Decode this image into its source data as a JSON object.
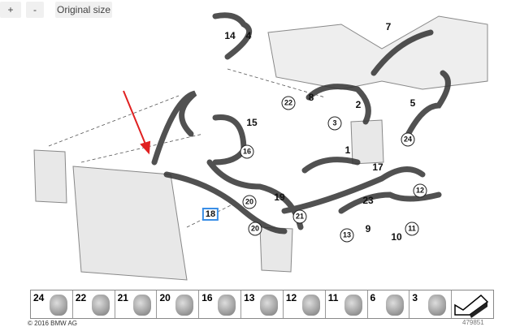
{
  "toolbar": {
    "zoom_in": "+",
    "zoom_out": "-",
    "original_size": "Original size"
  },
  "callouts": {
    "c14": "14",
    "c4": "4",
    "c7": "7",
    "c22": "22",
    "c8": "8",
    "c2": "2",
    "c3": "3",
    "c5": "5",
    "c15": "15",
    "c16": "16",
    "c1": "1",
    "c24": "24",
    "c17": "17",
    "c19": "19",
    "c20a": "20",
    "c18": "18",
    "c21": "21",
    "c23": "23",
    "c12": "12",
    "c9": "9",
    "c13": "13",
    "c10": "10",
    "c11": "11",
    "c20b": "20"
  },
  "parts_strip": [
    "24",
    "22",
    "21",
    "20",
    "16",
    "13",
    "12",
    "11",
    "6",
    "3"
  ],
  "copyright": "© 2016 BMW AG",
  "diagram_number": "479851",
  "colors": {
    "highlight": "#3a8ee6",
    "arrow": "#e02020"
  }
}
